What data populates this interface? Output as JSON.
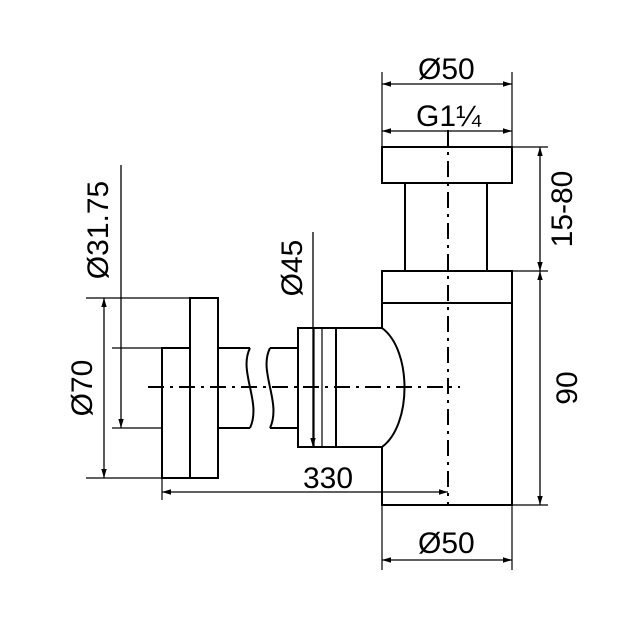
{
  "labels": {
    "top_diameter": "Ø50",
    "thread": "G1¼",
    "adjust_height": "15-80",
    "body_height": "90",
    "bottom_diameter": "Ø50",
    "pipe_length": "330",
    "pipe_diameter": "Ø31.75",
    "outlet_diameter": "Ø45",
    "flange_diameter": "Ø70"
  }
}
